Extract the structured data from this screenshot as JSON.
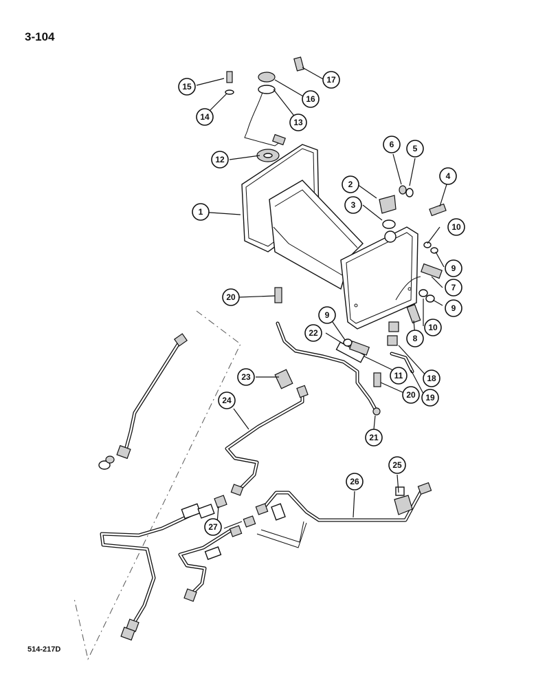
{
  "header": {
    "page_number": "3-104"
  },
  "footer": {
    "drawing_code": "514-217D"
  },
  "callouts": [
    "1",
    "2",
    "3",
    "4",
    "5",
    "6",
    "7",
    "8",
    "9",
    "10",
    "11",
    "12",
    "13",
    "14",
    "15",
    "16",
    "17",
    "18",
    "19",
    "20",
    "21",
    "22",
    "23",
    "24",
    "25",
    "26",
    "27"
  ],
  "callout_refs": [
    {
      "label": "1"
    },
    {
      "label": "2"
    },
    {
      "label": "3"
    },
    {
      "label": "4"
    },
    {
      "label": "5"
    },
    {
      "label": "6"
    },
    {
      "label": "7"
    },
    {
      "label": "8"
    },
    {
      "label": "9"
    },
    {
      "label": "9"
    },
    {
      "label": "9"
    },
    {
      "label": "10"
    },
    {
      "label": "10"
    },
    {
      "label": "11"
    },
    {
      "label": "12"
    },
    {
      "label": "13"
    },
    {
      "label": "14"
    },
    {
      "label": "15"
    },
    {
      "label": "16"
    },
    {
      "label": "17"
    },
    {
      "label": "18"
    },
    {
      "label": "19"
    },
    {
      "label": "20"
    },
    {
      "label": "20"
    },
    {
      "label": "21"
    },
    {
      "label": "22"
    },
    {
      "label": "23"
    },
    {
      "label": "24"
    },
    {
      "label": "25"
    },
    {
      "label": "26"
    },
    {
      "label": "27"
    }
  ]
}
